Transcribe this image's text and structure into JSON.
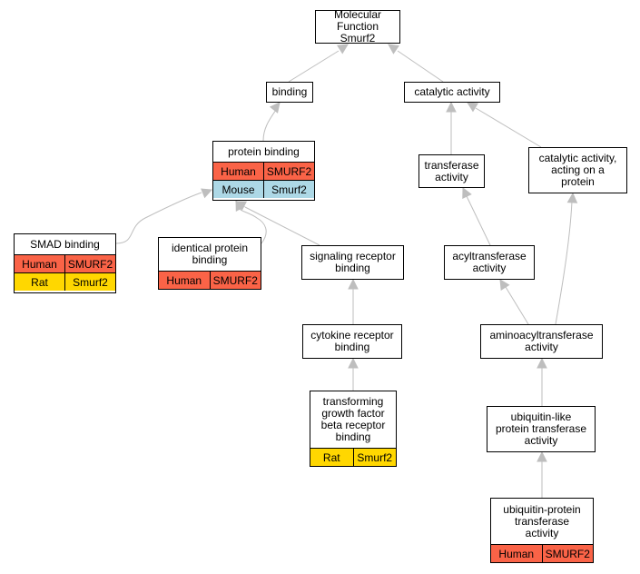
{
  "colors": {
    "human": "#fa6347",
    "mouse": "#add8e6",
    "rat": "#ffd700",
    "edge": "#bebebe"
  },
  "nodes": {
    "root": {
      "lines": [
        "Molecular Function",
        "Smurf2"
      ]
    },
    "binding": {
      "lines": [
        "binding"
      ]
    },
    "catalytic": {
      "lines": [
        "catalytic activity"
      ]
    },
    "protbind": {
      "lines": [
        "protein binding"
      ],
      "rows": [
        {
          "species": "Human",
          "gene": "SMURF2",
          "kind": "human"
        },
        {
          "species": "Mouse",
          "gene": "Smurf2",
          "kind": "mouse"
        }
      ]
    },
    "transferase": {
      "lines": [
        "transferase",
        "activity"
      ]
    },
    "catprot": {
      "lines": [
        "catalytic activity,",
        "acting on a",
        "protein"
      ]
    },
    "smad": {
      "lines": [
        "SMAD binding"
      ],
      "rows": [
        {
          "species": "Human",
          "gene": "SMURF2",
          "kind": "human"
        },
        {
          "species": "Rat",
          "gene": "Smurf2",
          "kind": "rat"
        }
      ]
    },
    "identical": {
      "lines": [
        "identical protein",
        "binding"
      ],
      "rows": [
        {
          "species": "Human",
          "gene": "SMURF2",
          "kind": "human"
        }
      ]
    },
    "sigrec": {
      "lines": [
        "signaling receptor",
        "binding"
      ]
    },
    "acyl": {
      "lines": [
        "acyltransferase",
        "activity"
      ]
    },
    "cytokine": {
      "lines": [
        "cytokine receptor",
        "binding"
      ]
    },
    "aminoacyl": {
      "lines": [
        "aminoacyltransferase",
        "activity"
      ]
    },
    "tgfb": {
      "lines": [
        "transforming",
        "growth factor",
        "beta receptor",
        "binding"
      ],
      "rows": [
        {
          "species": "Rat",
          "gene": "Smurf2",
          "kind": "rat"
        }
      ]
    },
    "ublike": {
      "lines": [
        "ubiquitin-like",
        "protein transferase",
        "activity"
      ]
    },
    "ubprot": {
      "lines": [
        "ubiquitin-protein",
        "transferase",
        "activity"
      ],
      "rows": [
        {
          "species": "Human",
          "gene": "SMURF2",
          "kind": "human"
        }
      ]
    }
  }
}
